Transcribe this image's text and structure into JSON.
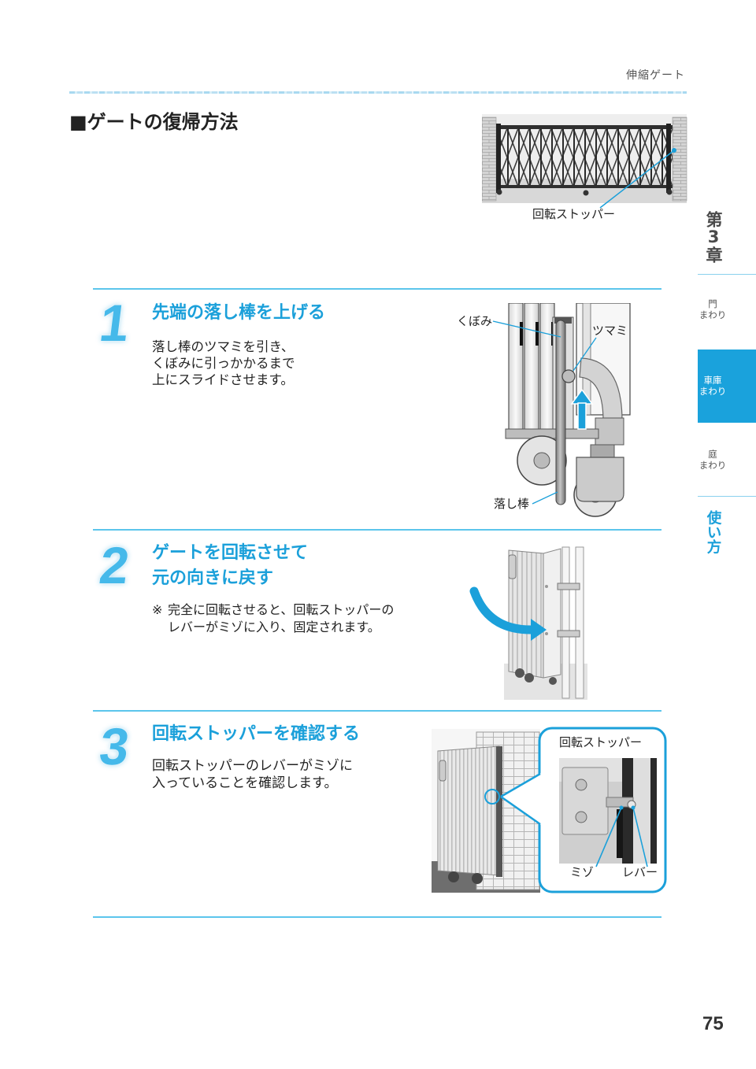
{
  "header": {
    "section_name": "伸縮ゲート"
  },
  "page_title": "■ゲートの復帰方法",
  "overview_figure": {
    "stopper_label": "回転ストッパー"
  },
  "sidebar": {
    "chapter_label": "第3章",
    "items": [
      {
        "name": "門",
        "sub": "まわり",
        "active": false
      },
      {
        "name": "車庫",
        "sub": "まわり",
        "active": true
      },
      {
        "name": "庭",
        "sub": "まわり",
        "active": false
      }
    ],
    "usage_label": "使い方"
  },
  "steps": [
    {
      "number": "1",
      "heading_lines": [
        "先端の落し棒を上げる"
      ],
      "body_lines": [
        "落し棒のツマミを引き、",
        "くぼみに引っかかるまで",
        "上にスライドさせます。"
      ],
      "figure_labels": {
        "recess": "くぼみ",
        "knob": "ツマミ",
        "drop_rod": "落し棒"
      }
    },
    {
      "number": "2",
      "heading_lines": [
        "ゲートを回転させて",
        "元の向きに戻す"
      ],
      "note_marker": "※",
      "note_lines": [
        "完全に回転させると、回転ストッパーの",
        "レバーがミゾに入り、固定されます。"
      ]
    },
    {
      "number": "3",
      "heading_lines": [
        "回転ストッパーを確認する"
      ],
      "body_lines": [
        "回転ストッパーのレバーがミゾに",
        "入っていることを確認します。"
      ],
      "figure_labels": {
        "callout_title": "回転ストッパー",
        "groove": "ミゾ",
        "lever": "レバー"
      }
    }
  ],
  "colors": {
    "accent": "#1ba0da",
    "rule": "#5cc5ec",
    "text": "#222222",
    "muted": "#555555",
    "sidebar_active_bg": "#1aa2dc",
    "sidebar_active_text": "#ffffff"
  },
  "page_number": "75"
}
